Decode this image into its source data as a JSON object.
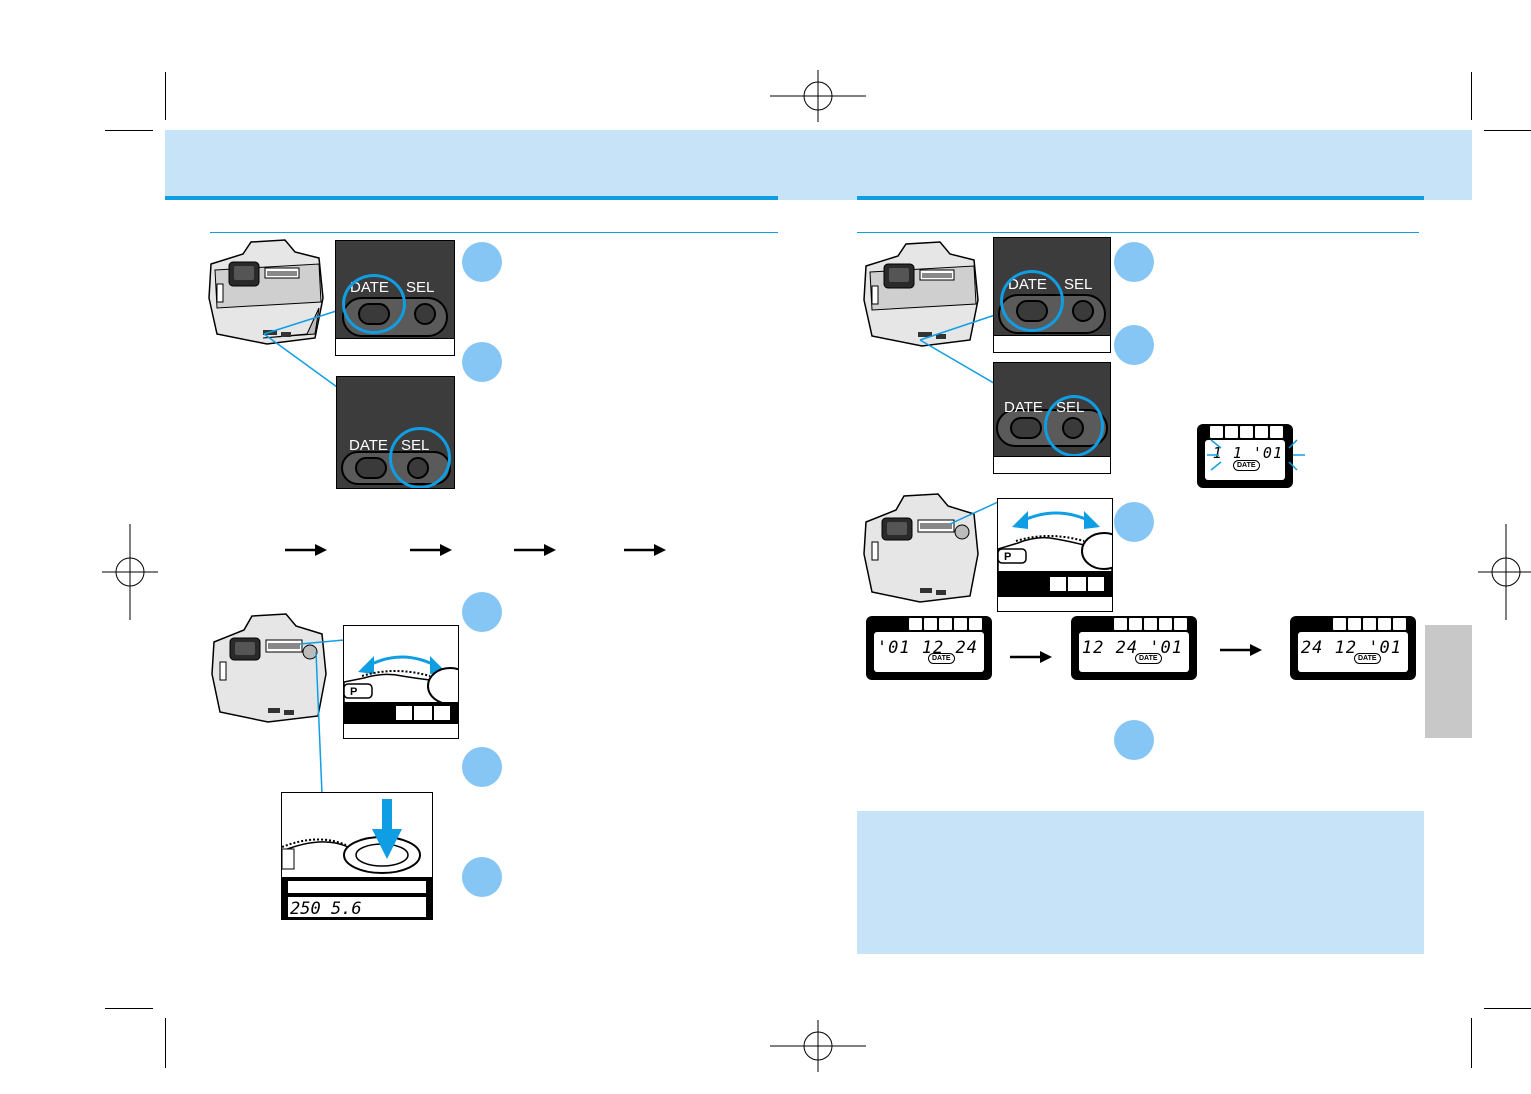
{
  "panels": {
    "date_label": "DATE",
    "sel_label": "SEL",
    "mode_key": "P"
  },
  "lcd": {
    "date_tag": "DATE",
    "set_display": "1  1 '01",
    "format_1": "'01 12  24",
    "format_2": "12 24  '01",
    "format_3": "24 12  '01",
    "top_display": "250  5.6"
  },
  "icons": {
    "step_marker": "circle-icon",
    "rotate": "double-arrow-icon",
    "press": "down-arrow-icon",
    "next": "right-arrow-icon",
    "scene_modes": [
      "portrait-icon",
      "landscape-icon",
      "macro-icon",
      "sports-icon",
      "night-portrait-icon"
    ]
  },
  "colors": {
    "accent": "#0f9ee3",
    "band": "#c6e3f7",
    "step_circle": "#86c6f4",
    "tab_grey": "#c8c8c8"
  }
}
